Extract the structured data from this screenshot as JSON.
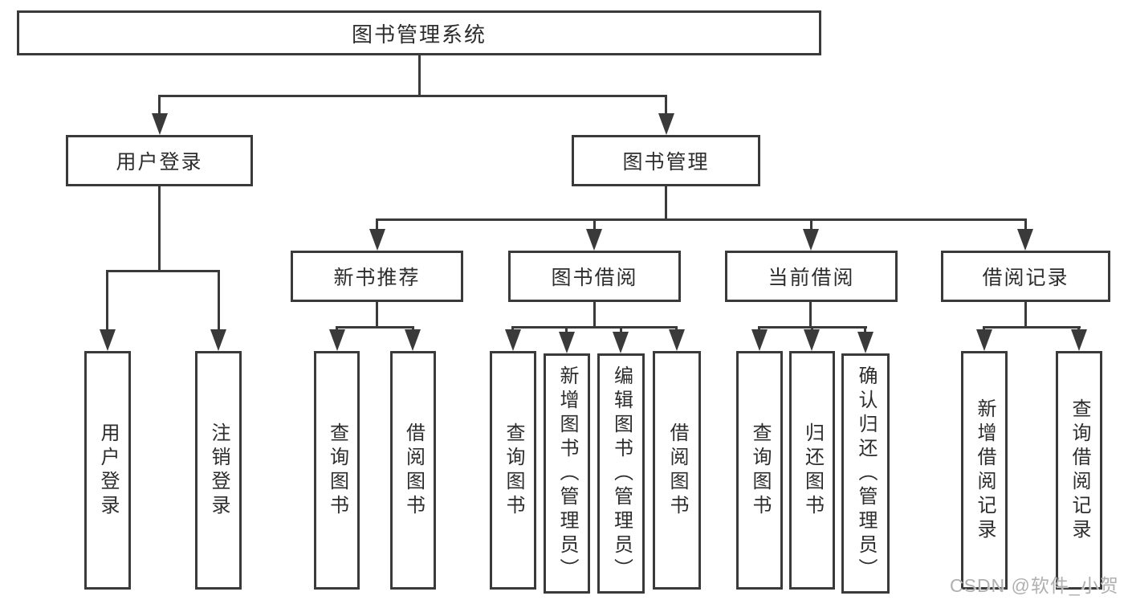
{
  "nodes": {
    "root": "图书管理系统",
    "user_login": "用户登录",
    "book_mgmt": "图书管理",
    "new_rec": "新书推荐",
    "borrow": "图书借阅",
    "current": "当前借阅",
    "records": "借阅记录",
    "ul_login": "用户登录",
    "ul_logout": "注销登录",
    "nr_query": "查询图书",
    "nr_borrow": "借阅图书",
    "bb_query": "查询图书",
    "bb_add": "新增图书（管理员）",
    "bb_edit": "编辑图书（管理员）",
    "bb_borrow": "借阅图书",
    "cb_query": "查询图书",
    "cb_return": "归还图书",
    "cb_confirm": "确认归还（管理员）",
    "br_add": "新增借阅记录",
    "br_query": "查询借阅记录"
  },
  "watermark": "CSDN @软件_小贺同学",
  "colors": {
    "line": "#3a3a3a",
    "text": "#2d2d2d",
    "watermark": "#b0b0b0",
    "background": "#ffffff"
  }
}
